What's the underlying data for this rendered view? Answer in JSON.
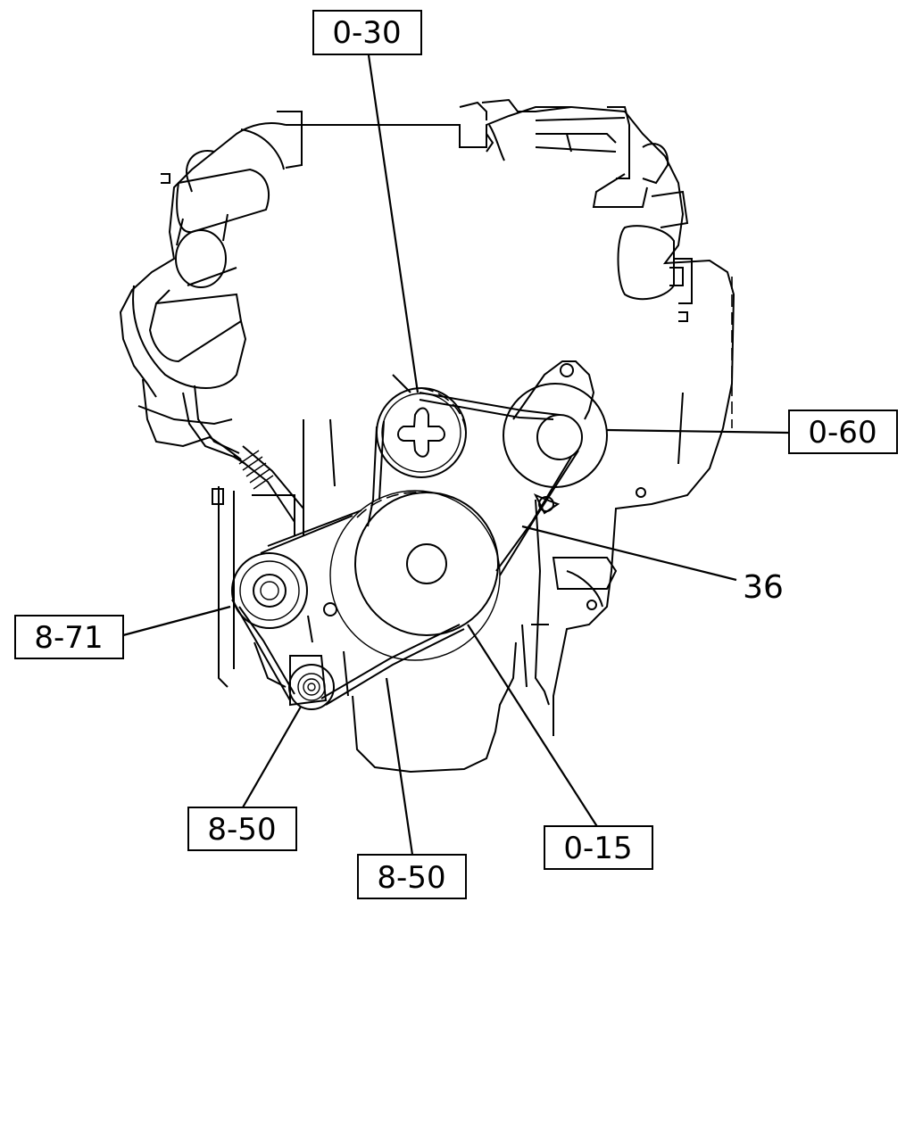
{
  "callouts": {
    "top": "0-30",
    "right": "0-60",
    "belt_ref": "36",
    "left": "8-71",
    "bottom_left": "8-50",
    "bottom_center": "8-50",
    "bottom_right": "0-15"
  }
}
